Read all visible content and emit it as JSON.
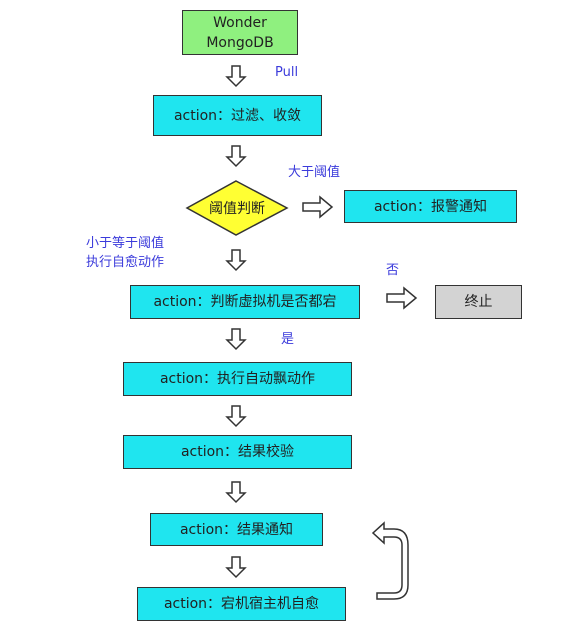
{
  "nodes": {
    "source": "Wonder\nMongoDB",
    "filter": "action：过滤、收敛",
    "threshold": "阈值判断",
    "alert": "action：报警通知",
    "check_vm": "action：判断虚拟机是否都宕",
    "stop": "终止",
    "drift": "action：执行自动飘动作",
    "verify": "action：结果校验",
    "notify": "action：结果通知",
    "heal": "action：宕机宿主机自愈"
  },
  "edge_labels": {
    "pull": "Pull",
    "greater": "大于阈值",
    "less_line1": "小于等于阈值",
    "less_line2": "执行自愈动作",
    "no": "否",
    "yes": "是"
  },
  "colors": {
    "source_fill": "#8ff07f",
    "action_fill": "#1fe5ef",
    "decision_fill": "#ffff33",
    "stop_fill": "#d3d3d3",
    "label_text": "#3b3bdb"
  }
}
